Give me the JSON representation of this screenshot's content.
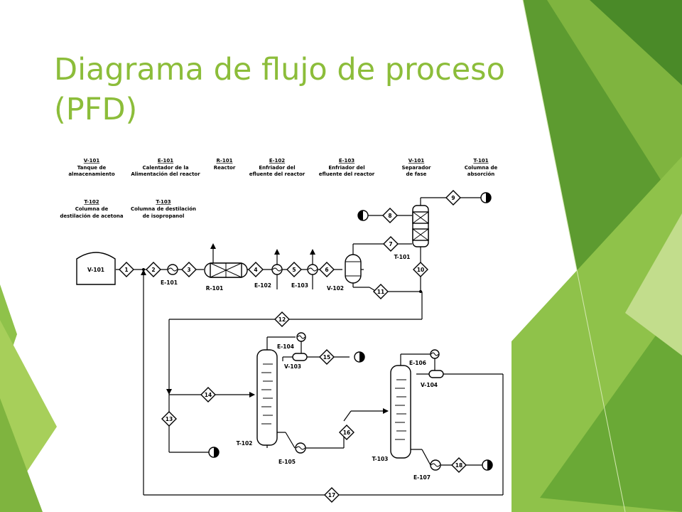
{
  "slide": {
    "title": "Diagrama de flujo de proceso (PFD)",
    "colors": {
      "title": "#8cbd3a",
      "accent_dark": "#5d9b30",
      "accent_light": "#b8d67a"
    }
  },
  "legend": [
    {
      "tag": "V-101",
      "desc1": "Tanque de",
      "desc2": "almacenamiento"
    },
    {
      "tag": "E-101",
      "desc1": "Calentador de la",
      "desc2": "Alimentación del reactor"
    },
    {
      "tag": "R-101",
      "desc1": "Reactor",
      "desc2": ""
    },
    {
      "tag": "E-102",
      "desc1": "Enfriador del",
      "desc2": "efluente del reactor"
    },
    {
      "tag": "E-103",
      "desc1": "Enfriador del",
      "desc2": "efluente del reactor"
    },
    {
      "tag": "V-101",
      "desc1": "Separador",
      "desc2": "de fase"
    },
    {
      "tag": "T-101",
      "desc1": "Columna de",
      "desc2": "absorción"
    },
    {
      "tag": "T-102",
      "desc1": "Columna de",
      "desc2": "destilación de acetona"
    },
    {
      "tag": "T-103",
      "desc1": "Columna de destilación",
      "desc2": "de isopropanol"
    }
  ],
  "equipment": {
    "tank": "V-101",
    "heater": "E-101",
    "reactor": "R-101",
    "cooler1": "E-102",
    "cooler2": "E-103",
    "separator": "V-102",
    "absorber": "T-101",
    "column1": "T-102",
    "condenser1": "E-104",
    "drum1": "V-103",
    "reboiler1": "E-105",
    "column2": "T-103",
    "condenser2": "E-106",
    "drum2": "V-104",
    "reboiler2": "E-107"
  },
  "streams": [
    "1",
    "2",
    "3",
    "4",
    "5",
    "6",
    "7",
    "8",
    "9",
    "10",
    "11",
    "12",
    "13",
    "14",
    "15",
    "16",
    "17",
    "18"
  ]
}
